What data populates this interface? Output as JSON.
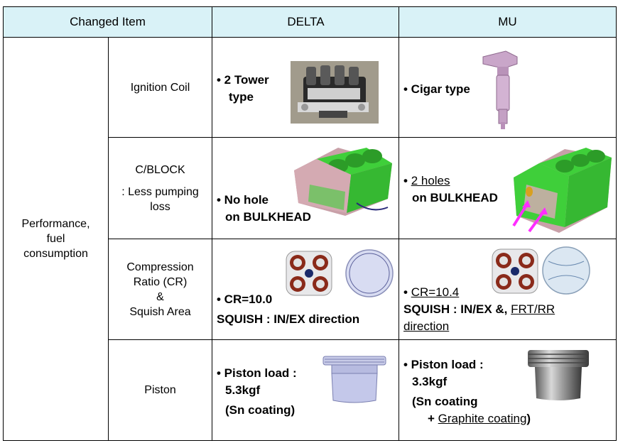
{
  "header": {
    "changed_item": "Changed Item",
    "delta": "DELTA",
    "mu": "MU"
  },
  "category": {
    "line1": "Performance,",
    "line2": "fuel",
    "line3": "consumption"
  },
  "rows": {
    "ignition": {
      "item": "Ignition Coil",
      "delta_line1": "• 2 Tower",
      "delta_line2": "type",
      "mu_line1": "• Cigar type"
    },
    "block": {
      "item_line1": "C/BLOCK",
      "item_line2": ": Less pumping",
      "item_line3": "loss",
      "delta_line1": "• No hole",
      "delta_line2": "on BULKHEAD",
      "mu_bullet": "• ",
      "mu_holes": "2 holes",
      "mu_line2": "on BULKHEAD"
    },
    "cr": {
      "item_line1": "Compression",
      "item_line2": "Ratio (CR)",
      "item_line3": "&",
      "item_line4": "Squish Area",
      "delta_line1": "• CR=10.0",
      "delta_line2": "SQUISH : IN/EX direction",
      "mu_bullet": "• ",
      "mu_cr": "CR=10.4",
      "mu_squish": "SQUISH : IN/EX &, ",
      "mu_frt": "FRT/RR",
      "mu_direction": "direction"
    },
    "piston": {
      "item": "Piston",
      "delta_line1": "• Piston load :",
      "delta_line2": "5.3kgf",
      "delta_line3": "(Sn coating)",
      "mu_line1": "• Piston load :",
      "mu_line2": "3.3kgf",
      "mu_line3": "(Sn coating",
      "mu_plus": "+ ",
      "mu_graphite": "Graphite coating",
      "mu_close": ")"
    }
  },
  "colors": {
    "header_bg": "#d9f2f7",
    "block_green": "#3fcf3a",
    "block_pink": "#c9a0a8",
    "arrow_magenta": "#ff2dff",
    "coil_purple": "#c9a6c9"
  }
}
